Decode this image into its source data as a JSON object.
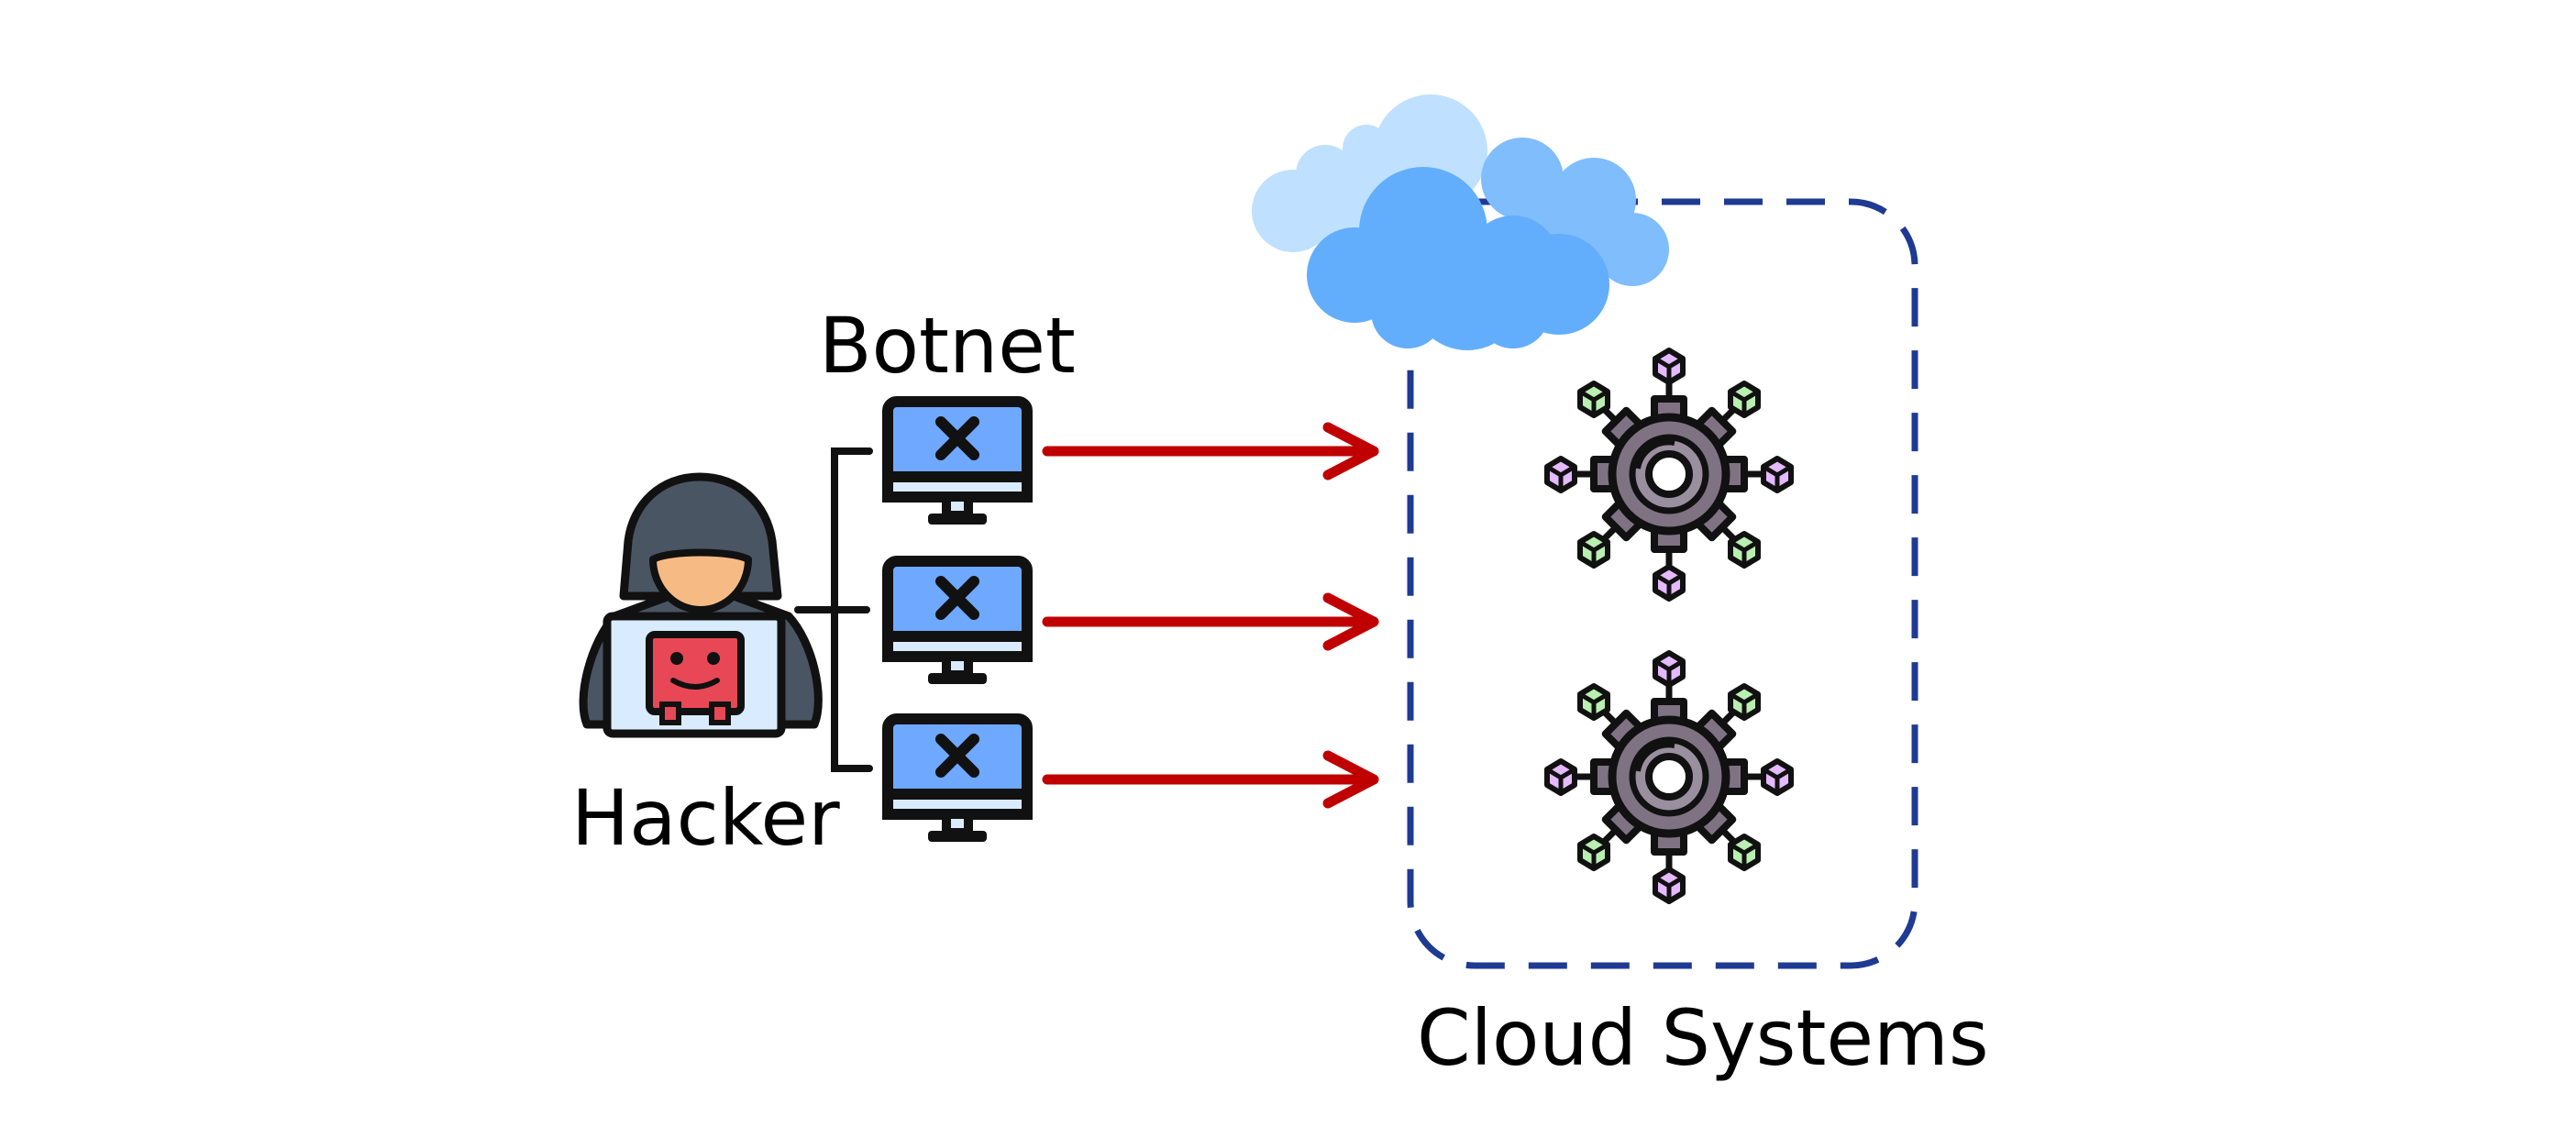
{
  "labels": {
    "botnet": "Botnet",
    "hacker": "Hacker",
    "cloud": "Cloud Systems"
  },
  "colors": {
    "arrow": "#c00000",
    "dashed_border": "#1f3a93",
    "monitor_screen": "#6ea8ff",
    "hood": "#4a5563",
    "face": "#f6bb84",
    "laptop_logo": "#e84855",
    "gear": "#7f7383",
    "cloud_front": "#62aefc",
    "cloud_back": "#bfe0ff",
    "node_green": "#b9efb0",
    "node_purple": "#e4b9ff"
  },
  "icons": {
    "hacker": "hooded-hacker-laptop-icon",
    "botnet_node": "infected-monitor-icon",
    "service": "gear-network-icon",
    "cloud": "cloud-icon"
  },
  "botnet_count": 3,
  "service_count": 2
}
